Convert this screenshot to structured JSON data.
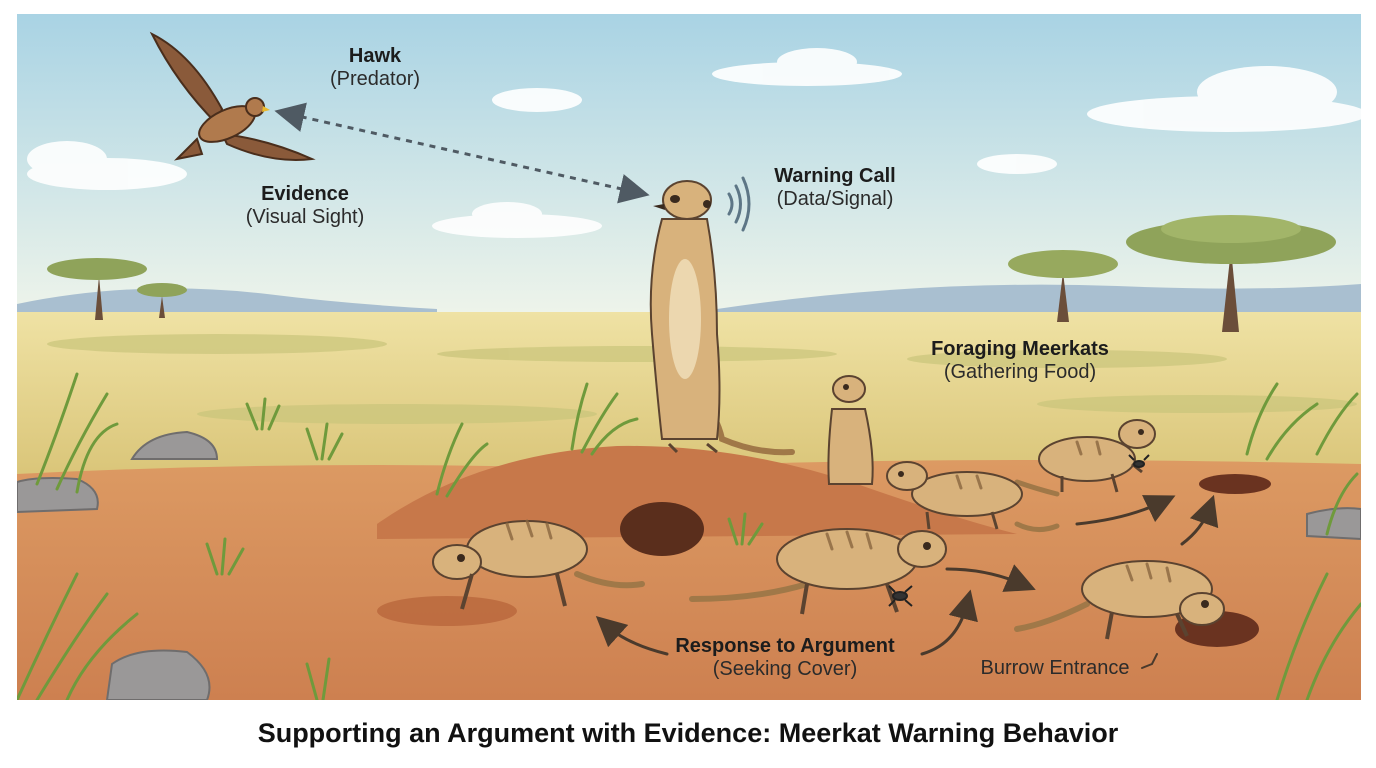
{
  "title": "Supporting an Argument with Evidence: Meerkat Warning Behavior",
  "labels": {
    "hawk": {
      "name": "Hawk",
      "sub": "(Predator)"
    },
    "evidence": {
      "name": "Evidence",
      "sub": "(Visual Sight)"
    },
    "warning": {
      "name": "Warning Call",
      "sub": "(Data/Signal)"
    },
    "foraging": {
      "name": "Foraging Meerkats",
      "sub": "(Gathering Food)"
    },
    "response": {
      "name": "Response to Argument",
      "sub": "(Seeking Cover)"
    },
    "burrow": "Burrow Entrance"
  },
  "colors": {
    "sky_top": "#a9d3e4",
    "sky_bottom": "#eaf3ee",
    "grass": "#e6d48c",
    "soil": "#d68a55",
    "meerkat_fur": "#d8b27c"
  }
}
